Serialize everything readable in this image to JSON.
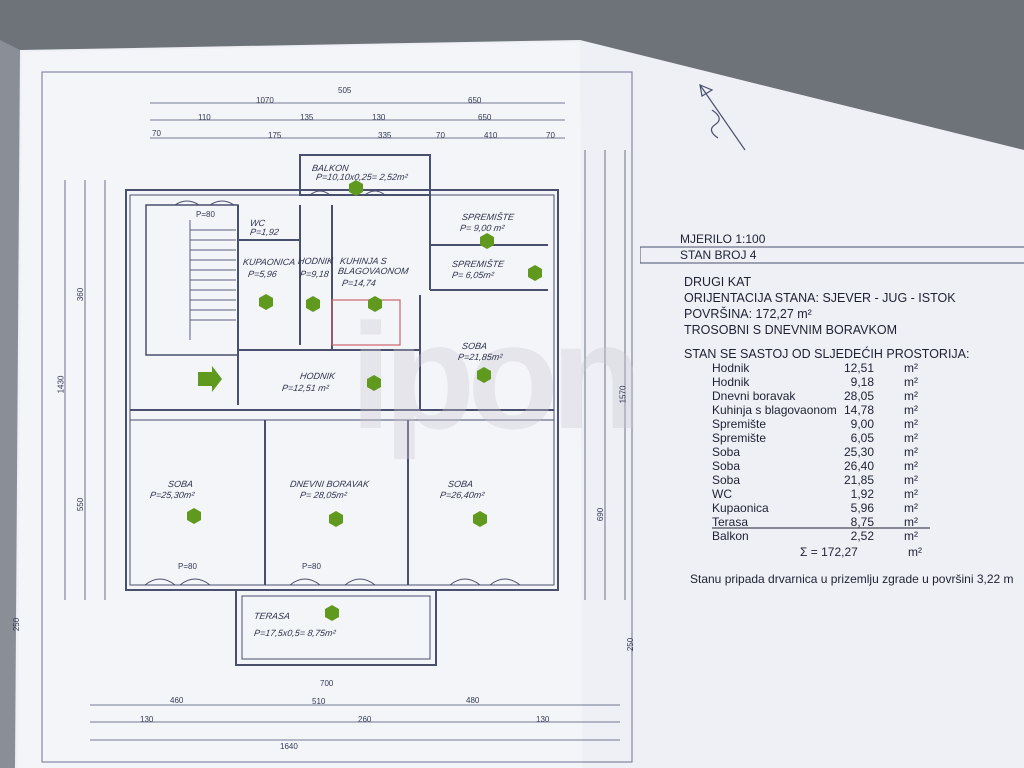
{
  "panel": {
    "scale": "MJERILO 1:100",
    "flat_no": "STAN BROJ 4",
    "floor": "DRUGI KAT",
    "orientation": "ORIJENTACIJA STANA: SJEVER - JUG - ISTOK",
    "area": "POVRŠINA: 172,27 m²",
    "type": "TROSOBNI  S DNEVNIM BORAVKOM",
    "rooms_title": "STAN SE SASTOJ OD SLJEDEĆIH PROSTORIJA:",
    "rooms": [
      {
        "name": "Hodnik",
        "value": "12,51",
        "unit": "m²"
      },
      {
        "name": "Hodnik",
        "value": "9,18",
        "unit": "m²"
      },
      {
        "name": "Dnevni boravak",
        "value": "28,05",
        "unit": "m²"
      },
      {
        "name": "Kuhinja s blagovaonom",
        "value": "14,78",
        "unit": "m²"
      },
      {
        "name": "Spremište",
        "value": "9,00",
        "unit": "m²"
      },
      {
        "name": "Spremište",
        "value": "6,05",
        "unit": "m²"
      },
      {
        "name": "Soba",
        "value": "25,30",
        "unit": "m²"
      },
      {
        "name": "Soba",
        "value": "26,40",
        "unit": "m²"
      },
      {
        "name": "Soba",
        "value": "21,85",
        "unit": "m²"
      },
      {
        "name": "WC",
        "value": "1,92",
        "unit": "m²"
      },
      {
        "name": "Kupaonica",
        "value": "5,96",
        "unit": "m²"
      },
      {
        "name": "Terasa",
        "value": "8,75",
        "unit": "m²"
      },
      {
        "name": "Balkon",
        "value": "2,52",
        "unit": "m²"
      }
    ],
    "total": {
      "value": "Σ = 172,27",
      "unit": "m²"
    },
    "storage_note": "Stanu pripada drvarnica u prizemlju zgrade u površini 3,22 m"
  },
  "plan": {
    "rooms": {
      "balkon": "BALKON",
      "balkon_area": "P=10,10x0,25= 2,52m²",
      "spremiste1": "SPREMIŠTE",
      "spremiste1_area": "P= 9,00 m²",
      "spremiste2": "SPREMIŠTE",
      "spremiste2_area": "P= 6,05m²",
      "wc": "WC",
      "wc_area": "P=1,92",
      "kupaonica": "KUPAONICA",
      "kupaonica_area": "P=5,96",
      "hodnik_small": "HODNIK",
      "hodnik_small_area": "P=9,18",
      "kuhinja": "KUHINJA S",
      "kuhinja2": "BLAGOVAONOM",
      "kuhinja_area": "P=14,74",
      "soba_east": "SOBA",
      "soba_east_area": "P=21,85m²",
      "hodnik": "HODNIK",
      "hodnik_area": "P=12,51 m²",
      "soba_left": "SOBA",
      "soba_left_area": "P=25,30m²",
      "dnevni": "DNEVNI BORAVAK",
      "dnevni_area": "P= 28,05m²",
      "soba_right": "SOBA",
      "soba_right_area": "P=26,40m²",
      "terasa": "TERASA",
      "terasa_area": "P=17,5x0,5= 8,75m²"
    },
    "dims": {
      "top_total": "1070",
      "top_a": "505",
      "top_b": "650",
      "top_c": "110",
      "top_d": "135",
      "top_e": "130",
      "top_f": "335",
      "top_g": "410",
      "top_h": "70",
      "top_i": "175",
      "bottom_total": "1640",
      "bottom_a": "460",
      "bottom_b": "510",
      "bottom_c": "480",
      "bottom_d": "700",
      "bottom_e": "130",
      "bottom_f": "260",
      "left_total": "1430",
      "left_a": "360",
      "left_b": "550",
      "left_c": "250",
      "right_a": "1570",
      "right_b": "690",
      "right_c": "250",
      "p80": "P=80"
    }
  },
  "colors": {
    "paper": "#f3f4f8",
    "lines": "#4a4f6e",
    "text": "#1d2233",
    "marker": "#5f9a1e",
    "background": "#6e7279"
  }
}
